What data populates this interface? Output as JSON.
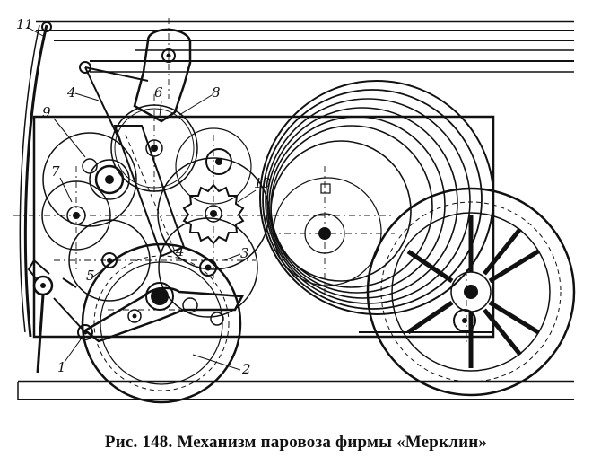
{
  "caption": "Рис. 148. Механизм паровоза фирмы «Мерклин»",
  "labels": {
    "l1": "1",
    "l2": "2",
    "l3": "3",
    "l4a": "4",
    "l4b": "4",
    "l5": "5",
    "l6": "6",
    "l7": "7",
    "l8": "8",
    "l9": "9",
    "l10": "10",
    "l11": "11"
  }
}
